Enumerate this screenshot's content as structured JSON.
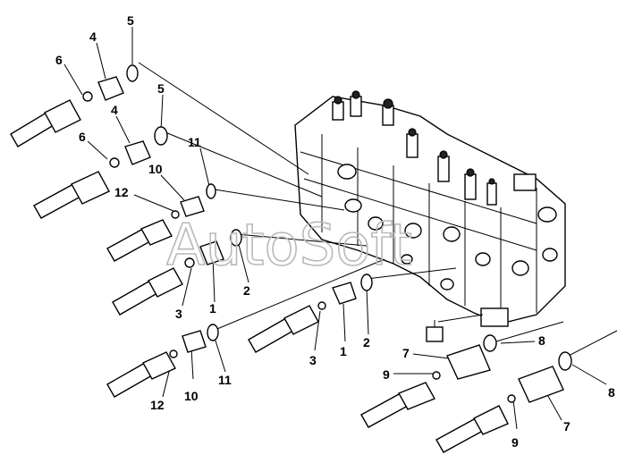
{
  "watermark": "AutoSoft",
  "callouts": {
    "c5a": "5",
    "c4a": "4",
    "c6a": "6",
    "c5b": "5",
    "c4b": "4",
    "c6b": "6",
    "c11a": "11",
    "c10a": "10",
    "c12a": "12",
    "c1a": "1",
    "c2a": "2",
    "c3a": "3",
    "c1b": "1",
    "c2b": "2",
    "c3b": "3",
    "c11b": "11",
    "c10b": "10",
    "c12b": "12",
    "c8a": "8",
    "c7a": "7",
    "c9a": "9",
    "c8b": "8",
    "c7b": "7",
    "c9b": "9"
  }
}
